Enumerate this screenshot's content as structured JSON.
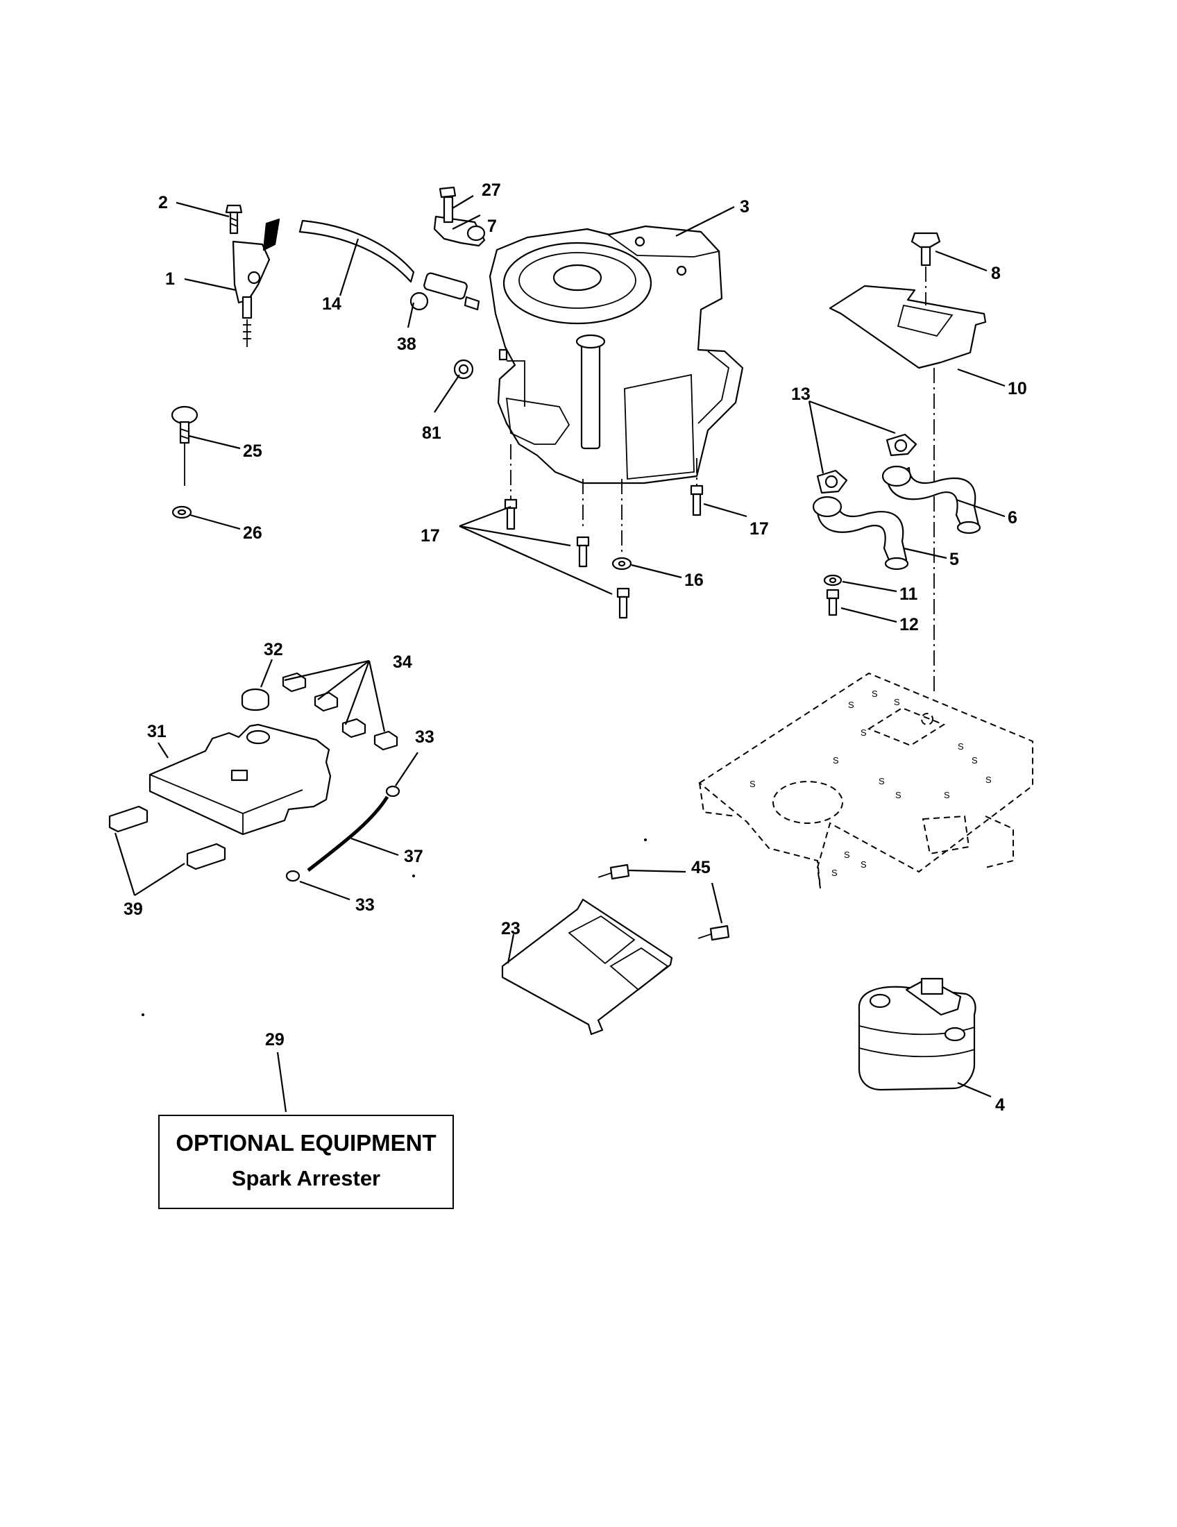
{
  "diagram": {
    "callouts": {
      "c1": "1",
      "c2": "2",
      "c3": "3",
      "c4": "4",
      "c5": "5",
      "c6": "6",
      "c7": "7",
      "c8": "8",
      "c10": "10",
      "c11": "11",
      "c12": "12",
      "c13": "13",
      "c14": "14",
      "c16": "16",
      "c17a": "17",
      "c17b": "17",
      "c23": "23",
      "c25": "25",
      "c26": "26",
      "c27": "27",
      "c29": "29",
      "c31": "31",
      "c32": "32",
      "c33a": "33",
      "c33b": "33",
      "c34": "34",
      "c37": "37",
      "c38": "38",
      "c39": "39",
      "c45": "45",
      "c81": "81"
    },
    "optional_box": {
      "title": "OPTIONAL EQUIPMENT",
      "subtitle": "Spark Arrester"
    }
  }
}
